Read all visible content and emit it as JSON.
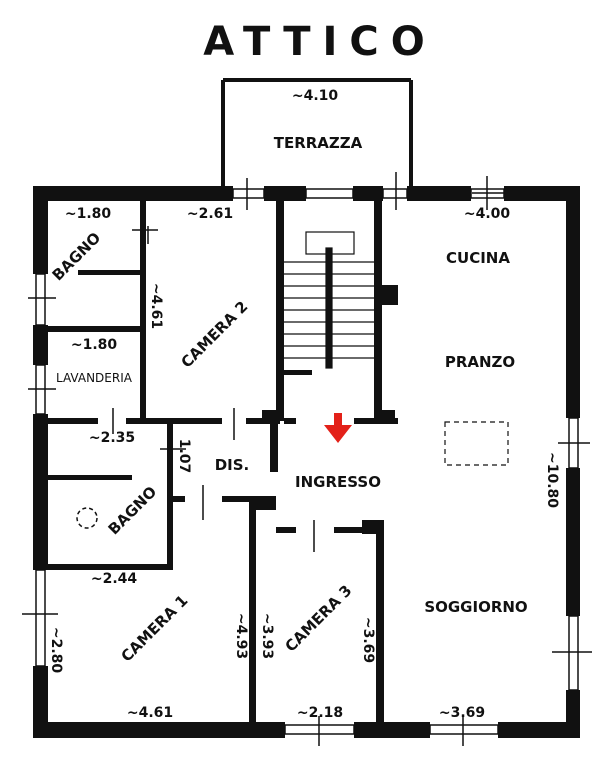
{
  "title": "ATTICO",
  "rooms": {
    "terrazza": "TERRAZZA",
    "cucina": "CUCINA",
    "pranzo": "PRANZO",
    "camera2": "CAMERA 2",
    "bagno1": "BAGNO",
    "lavanderia": "LAVANDERIA",
    "dis": "DIS.",
    "ingresso": "INGRESSO",
    "bagno2": "BAGNO",
    "camera1": "CAMERA 1",
    "camera3": "CAMERA 3",
    "soggiorno": "SOGGIORNO"
  },
  "dimensions": {
    "terrazza_width": "~4.10",
    "bagno1_width": "~1.80",
    "camera2_width": "~2.61",
    "cucina_width": "~4.00",
    "camera2_depth": "~4.61",
    "lavanderia_width": "~1.80",
    "bagno2_width": "~2.35",
    "dis_width": "1.07",
    "soggiorno_depth": "~10.80",
    "camera1_width_top": "~2.44",
    "camera1_depth": "~2.80",
    "camera1_side": "~4.93",
    "camera3_side": "~3.93",
    "camera3_other": "~3.69",
    "camera1_width_bottom": "~4.61",
    "camera3_width": "~2.18",
    "soggiorno_width": "~3.69"
  },
  "colors": {
    "wall": "#111111",
    "entrance_arrow": "#e32119"
  },
  "icons": {
    "entrance": "down-arrow-icon",
    "drain": "dashed-circle-icon"
  }
}
